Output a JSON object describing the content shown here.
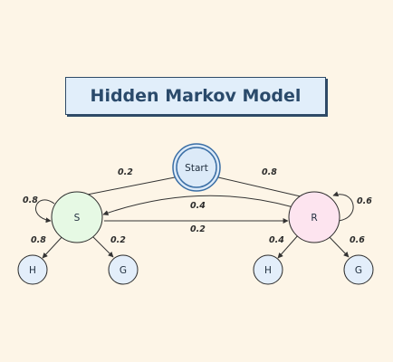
{
  "title": "Hidden Markov Model",
  "colors": {
    "background": "#fdf5e7",
    "start_fill": "#dceaf8",
    "start_stroke": "#3a6ea5",
    "state_s_fill": "#e6f9e4",
    "state_r_fill": "#fde4ef",
    "emission_fill": "#e3eefa",
    "edge": "#333333"
  },
  "nodes": {
    "start": "Start",
    "state_s": "S",
    "state_r": "R",
    "emission_s_h": "H",
    "emission_s_g": "G",
    "emission_r_h": "H",
    "emission_r_g": "G"
  },
  "edges": {
    "start_to_s": "0.2",
    "start_to_r": "0.8",
    "s_self": "0.8",
    "r_self": "0.6",
    "r_to_s": "0.4",
    "s_to_r": "0.2",
    "s_to_h": "0.8",
    "s_to_g": "0.2",
    "r_to_h": "0.4",
    "r_to_g": "0.6"
  }
}
